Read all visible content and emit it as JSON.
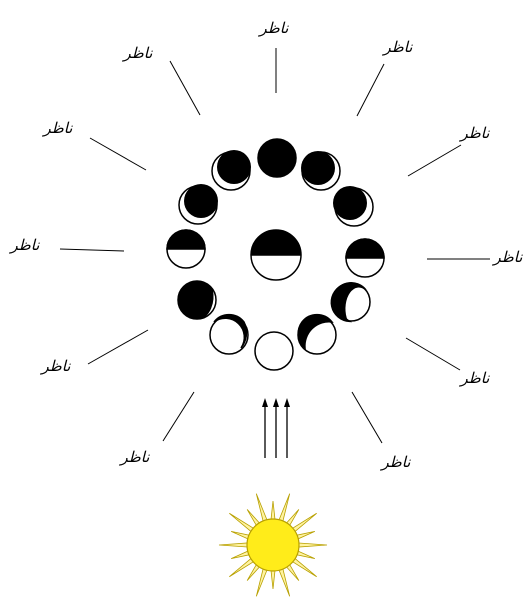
{
  "observer_label": "ناظر",
  "colors": {
    "ink": "#000000",
    "background": "#ffffff",
    "sun_fill": "#ffec1a",
    "sun_stroke": "#b8a000",
    "ray_fill": "#fff3a0"
  },
  "icons": {
    "sun": "sun-icon",
    "earth": "earth-icon",
    "moon": "moon-phase-icon",
    "arrow": "arrow-up-icon"
  },
  "observers": [
    {
      "id": 1
    },
    {
      "id": 2
    },
    {
      "id": 3
    },
    {
      "id": 4
    },
    {
      "id": 5
    },
    {
      "id": 6
    },
    {
      "id": 7
    },
    {
      "id": 8
    },
    {
      "id": 9
    },
    {
      "id": 10
    },
    {
      "id": 11
    },
    {
      "id": 12
    }
  ]
}
